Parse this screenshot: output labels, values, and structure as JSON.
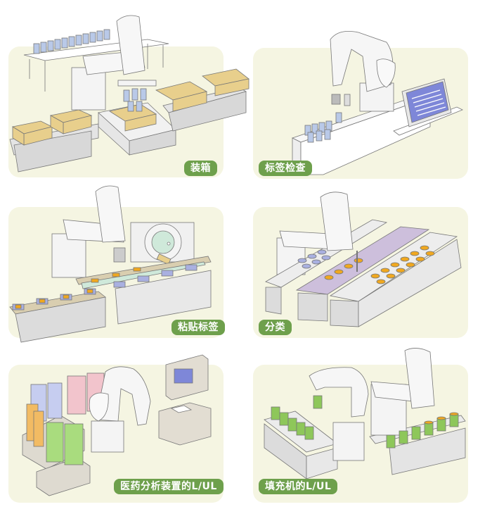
{
  "figure": "Robot application examples",
  "colors": {
    "panel_bg": "#f5f5e2",
    "badge_bg": "#6ea04c",
    "badge_text": "#ffffff",
    "box": "#e8cf8c",
    "bottle": "#b9c9e8",
    "label_orange": "#f0a820",
    "label_purple": "#a9b0e0",
    "sort_lane": "#cdbfdc",
    "rack_pink": "#f2c4cc",
    "rack_blue": "#c6cdf0",
    "rack_orange": "#f2bb63",
    "rack_green": "#a9dc7e",
    "can_green": "#8ec75a",
    "screen_blue": "#7e87d8"
  },
  "panels": [
    {
      "id": "boxing",
      "label": "装箱"
    },
    {
      "id": "label-inspection",
      "label": "标签检查"
    },
    {
      "id": "labeling",
      "label": "粘贴标签"
    },
    {
      "id": "sorting",
      "label": "分类"
    },
    {
      "id": "pharma-analyzer-load-unload",
      "label": "医药分析装置的L/UL"
    },
    {
      "id": "filler-load-unload",
      "label": "填充机的L/UL"
    }
  ]
}
